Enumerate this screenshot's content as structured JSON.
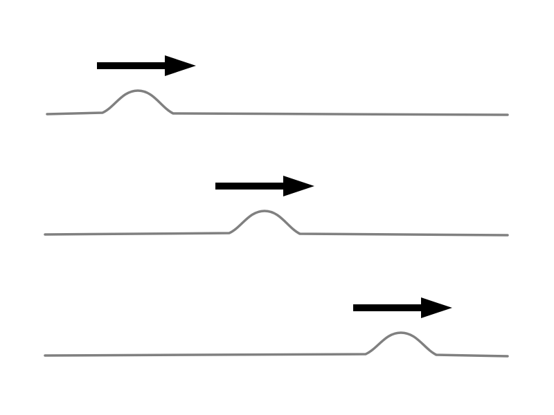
{
  "diagram": {
    "type": "wave-pulse-propagation-sequence",
    "background_color": "#ffffff",
    "rope_color": "#808080",
    "arrow_color": "#000000",
    "arrow_direction": "right",
    "frames": [
      {
        "step": 1,
        "pulse_shape": "single-crest"
      },
      {
        "step": 2,
        "pulse_shape": "single-crest"
      },
      {
        "step": 3,
        "pulse_shape": "single-crest"
      }
    ]
  }
}
